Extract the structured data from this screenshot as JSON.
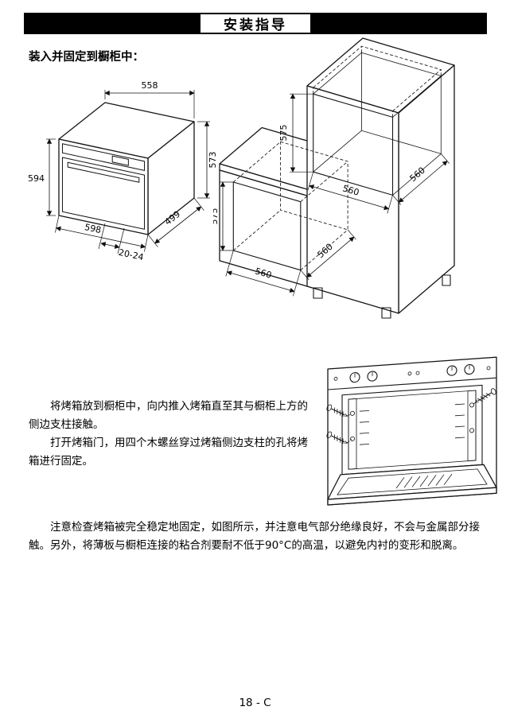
{
  "header": {
    "title": "安装指导"
  },
  "intro_heading": "装入并固定到橱柜中：",
  "oven_figure": {
    "dim_top_width": "558",
    "dim_front_height": "594",
    "dim_back_height": "573",
    "dim_front_width": "598",
    "dim_depth": "499",
    "dim_door_gap": "20-24"
  },
  "cabinet_figure": {
    "upper_niche": {
      "height": "575",
      "width": "560",
      "depth": "560"
    },
    "lower_niche": {
      "height": "575",
      "width": "560",
      "depth": "560"
    }
  },
  "body": {
    "para1": "将烤箱放到橱柜中，向内推入烤箱直至其与橱柜上方的侧边支柱接触。",
    "para2": "打开烤箱门，用四个木螺丝穿过烤箱侧边支柱的孔将烤箱进行固定。",
    "para3": "注意检查烤箱被完全稳定地固定，如图所示，并注意电气部分绝缘良好，不会与金属部分接触。另外，将薄板与橱柜连接的粘合剂要耐不低于90°C的高温，以避免内衬的变形和脱离。"
  },
  "footer": {
    "page_number": "18 - C"
  }
}
